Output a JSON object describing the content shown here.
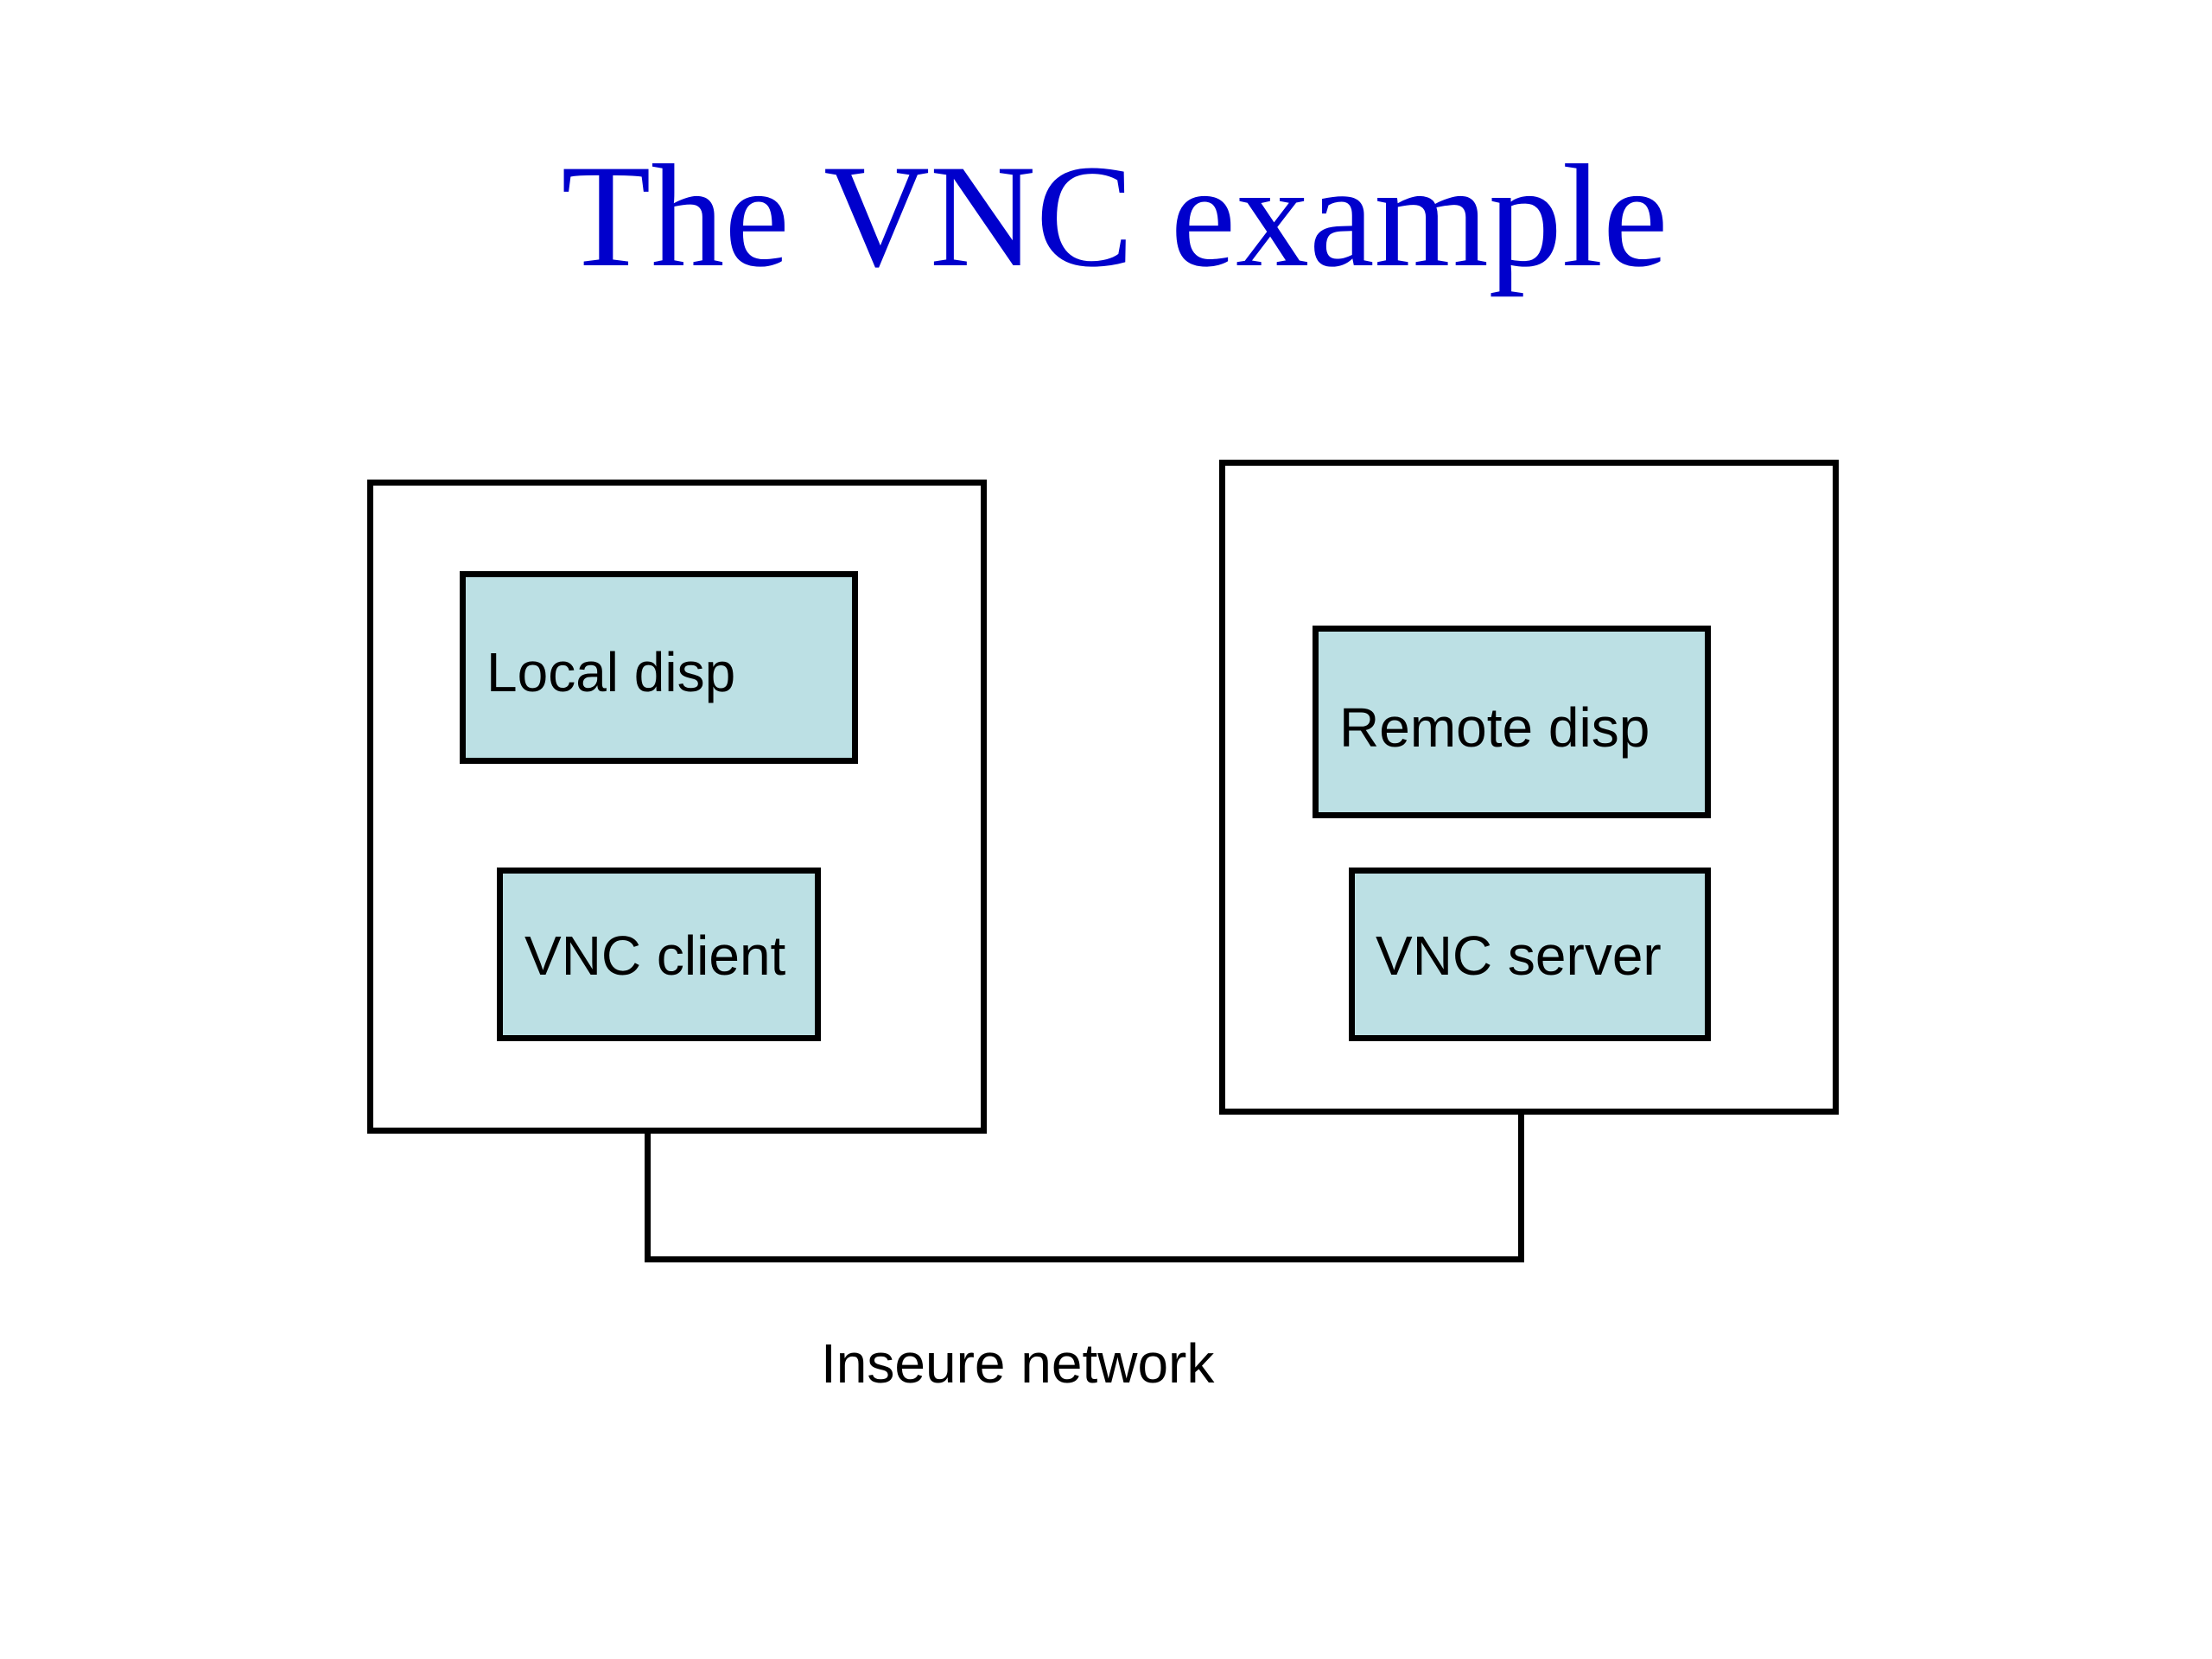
{
  "slide": {
    "title": "The VNC example",
    "title_color": "#0000cc"
  },
  "diagram": {
    "component_fill": "#bce0e4",
    "local_machine": {
      "components": {
        "display": "Local disp",
        "client": "VNC client"
      }
    },
    "remote_machine": {
      "components": {
        "display": "Remote disp",
        "server": "VNC server"
      }
    },
    "network_label": "Inseure network"
  }
}
